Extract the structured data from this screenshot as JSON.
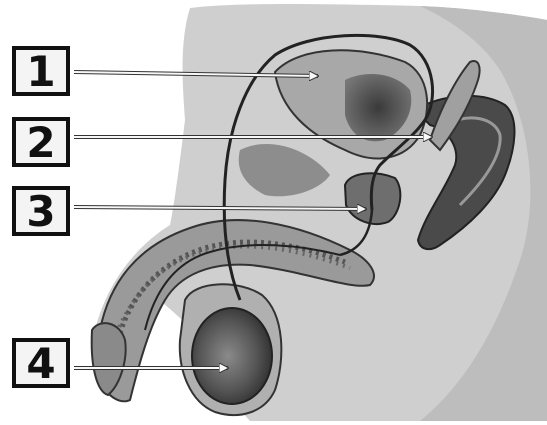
{
  "labels": [
    {
      "id": "1",
      "text": "1"
    },
    {
      "id": "2",
      "text": "2"
    },
    {
      "id": "3",
      "text": "3"
    },
    {
      "id": "4",
      "text": "4"
    }
  ]
}
